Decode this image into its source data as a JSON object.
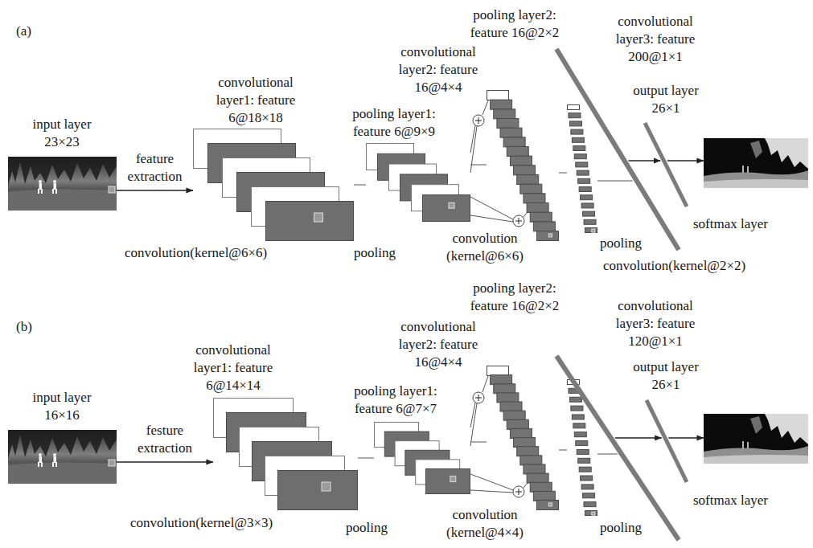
{
  "diagram": {
    "nodes": [
      {
        "text": [
          "input layer 23×23"
        ]
      },
      {
        "text": [
          "convolutional layer1: feature 6@18×18"
        ]
      },
      {
        "text": [
          "pooling layer1: feature 6@9×9"
        ]
      },
      {
        "text": [
          "convolutional layer2: feature 16@4×4"
        ]
      },
      {
        "text": [
          "pooling layer2: feature 16@2×2"
        ]
      },
      {
        "text": [
          "convolutional layer3: feature 200@1×1"
        ]
      },
      {
        "text": [
          "output layer 26×1"
        ]
      },
      {
        "text": [
          "softmax layer"
        ]
      },
      {
        "text": [
          "input layer 16×16"
        ]
      },
      {
        "text": [
          "convolutional layer1: feature 6@14×14"
        ]
      },
      {
        "text": [
          "pooling layer1: feature 6@7×7"
        ]
      },
      {
        "text": [
          "convolutional layer2: feature 16@4×4"
        ]
      },
      {
        "text": [
          "pooling layer2: feature 16@2×2"
        ]
      },
      {
        "text": [
          "convolutional layer3: feature 120@1×1"
        ]
      },
      {
        "text": [
          "output layer 26×1"
        ]
      },
      {
        "text": [
          "softmax layer"
        ]
      }
    ],
    "edges": [
      {
        "from": 0,
        "to": 1,
        "arrow": "to",
        "label": "feature extraction"
      },
      {
        "from": 1,
        "to": 2,
        "arrow": "none"
      },
      {
        "from": 2,
        "to": 3,
        "arrow": "none"
      },
      {
        "from": 3,
        "to": 4,
        "arrow": "none"
      },
      {
        "from": 4,
        "to": 5,
        "arrow": "none"
      },
      {
        "from": 5,
        "to": 6,
        "arrow": "to"
      },
      {
        "from": 6,
        "to": 7,
        "arrow": "to"
      },
      {
        "from": 8,
        "to": 9,
        "arrow": "to",
        "label": "festure extraction"
      },
      {
        "from": 9,
        "to": 10,
        "arrow": "none"
      },
      {
        "from": 10,
        "to": 11,
        "arrow": "none"
      },
      {
        "from": 11,
        "to": 12,
        "arrow": "none"
      },
      {
        "from": 12,
        "to": 13,
        "arrow": "none"
      },
      {
        "from": 13,
        "to": 14,
        "arrow": "to"
      },
      {
        "from": 14,
        "to": 15,
        "arrow": "to"
      }
    ],
    "labels": [
      "(a)",
      "convolution(kernel@6×6)",
      "pooling",
      "convolution (kernel@6×6)",
      "pooling",
      "convolution(kernel@2×2)",
      "(b)",
      "convolution(kernel@3×3)",
      "pooling",
      "convolution (kernel@4×4)",
      "pooling"
    ]
  }
}
